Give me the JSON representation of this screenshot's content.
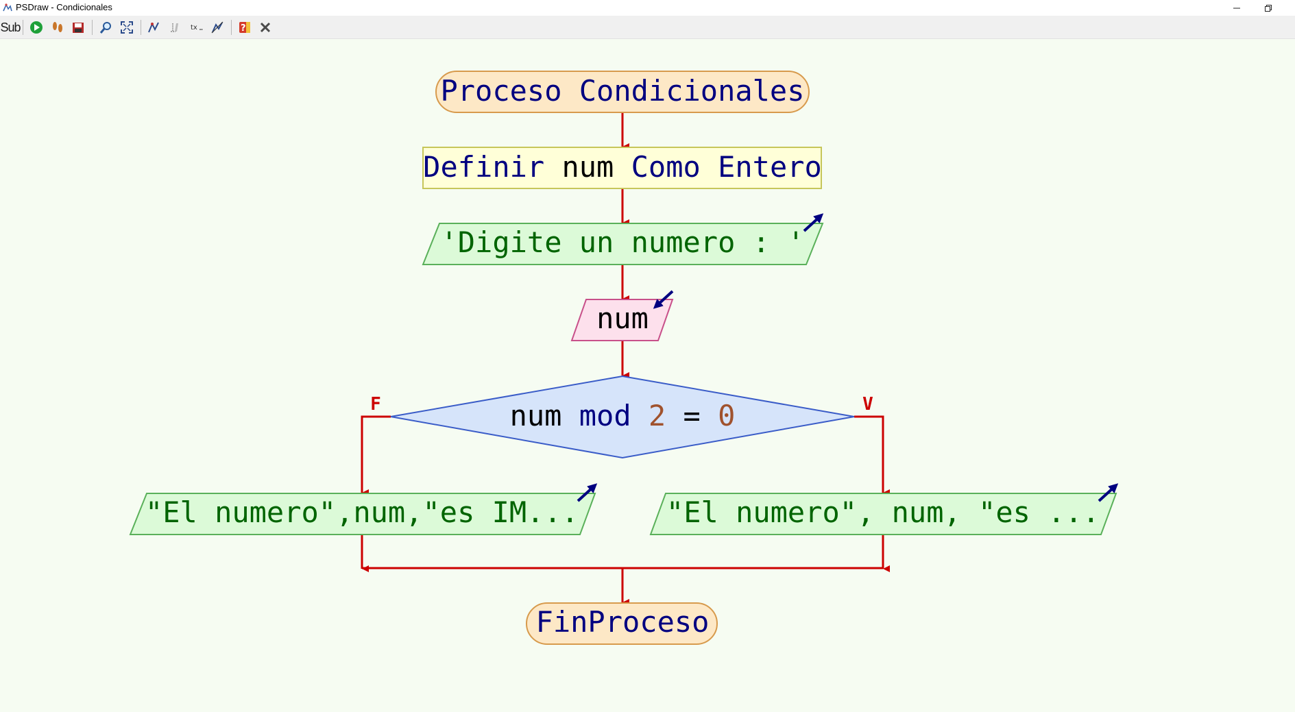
{
  "window": {
    "title": "PSDraw - Condicionales"
  },
  "toolbar": {
    "sub_label": "Sub",
    "buttons": [
      {
        "name": "run",
        "icon": "play-icon"
      },
      {
        "name": "step",
        "icon": "footsteps-icon"
      },
      {
        "name": "save",
        "icon": "save-icon"
      },
      {
        "name": "zoom",
        "icon": "magnifier-icon"
      },
      {
        "name": "fit",
        "icon": "fit-window-icon"
      },
      {
        "name": "style",
        "icon": "style-icon"
      },
      {
        "name": "comments",
        "icon": "comments-icon"
      },
      {
        "name": "text",
        "icon": "text-icon"
      },
      {
        "name": "edit",
        "icon": "edit-icon"
      },
      {
        "name": "help",
        "icon": "help-icon"
      },
      {
        "name": "close",
        "icon": "close-x-icon"
      }
    ]
  },
  "flowchart": {
    "start": "Proceso Condicionales",
    "define": {
      "keyword": "Definir",
      "var": "num",
      "as": "Como",
      "type": "Entero"
    },
    "output_prompt": "'Digite un numero : '",
    "input_var": "num",
    "decision": {
      "left": "num",
      "op": "mod",
      "num": "2",
      "eq": "=",
      "rhs": "0"
    },
    "branch_false_label": "F",
    "branch_true_label": "V",
    "output_false": "\"El numero\",num,\"es IM...",
    "output_true": "\"El numero\", num, \"es ...",
    "end": "FinProceso"
  },
  "colors": {
    "background": "#f6fcf2",
    "arrow": "#cc0000",
    "keyword": "#000080",
    "string": "#006400",
    "number": "#a0522d",
    "terminal_fill": "#fde8c6",
    "terminal_stroke": "#d79a4c",
    "define_fill": "#ffffd8",
    "define_stroke": "#c6c65a",
    "output_fill": "#dcfad8",
    "output_stroke": "#5ab05a",
    "input_fill": "#fde0ec",
    "input_stroke": "#c8508a",
    "decision_fill": "#d6e4fa",
    "decision_stroke": "#3a5cc8"
  }
}
